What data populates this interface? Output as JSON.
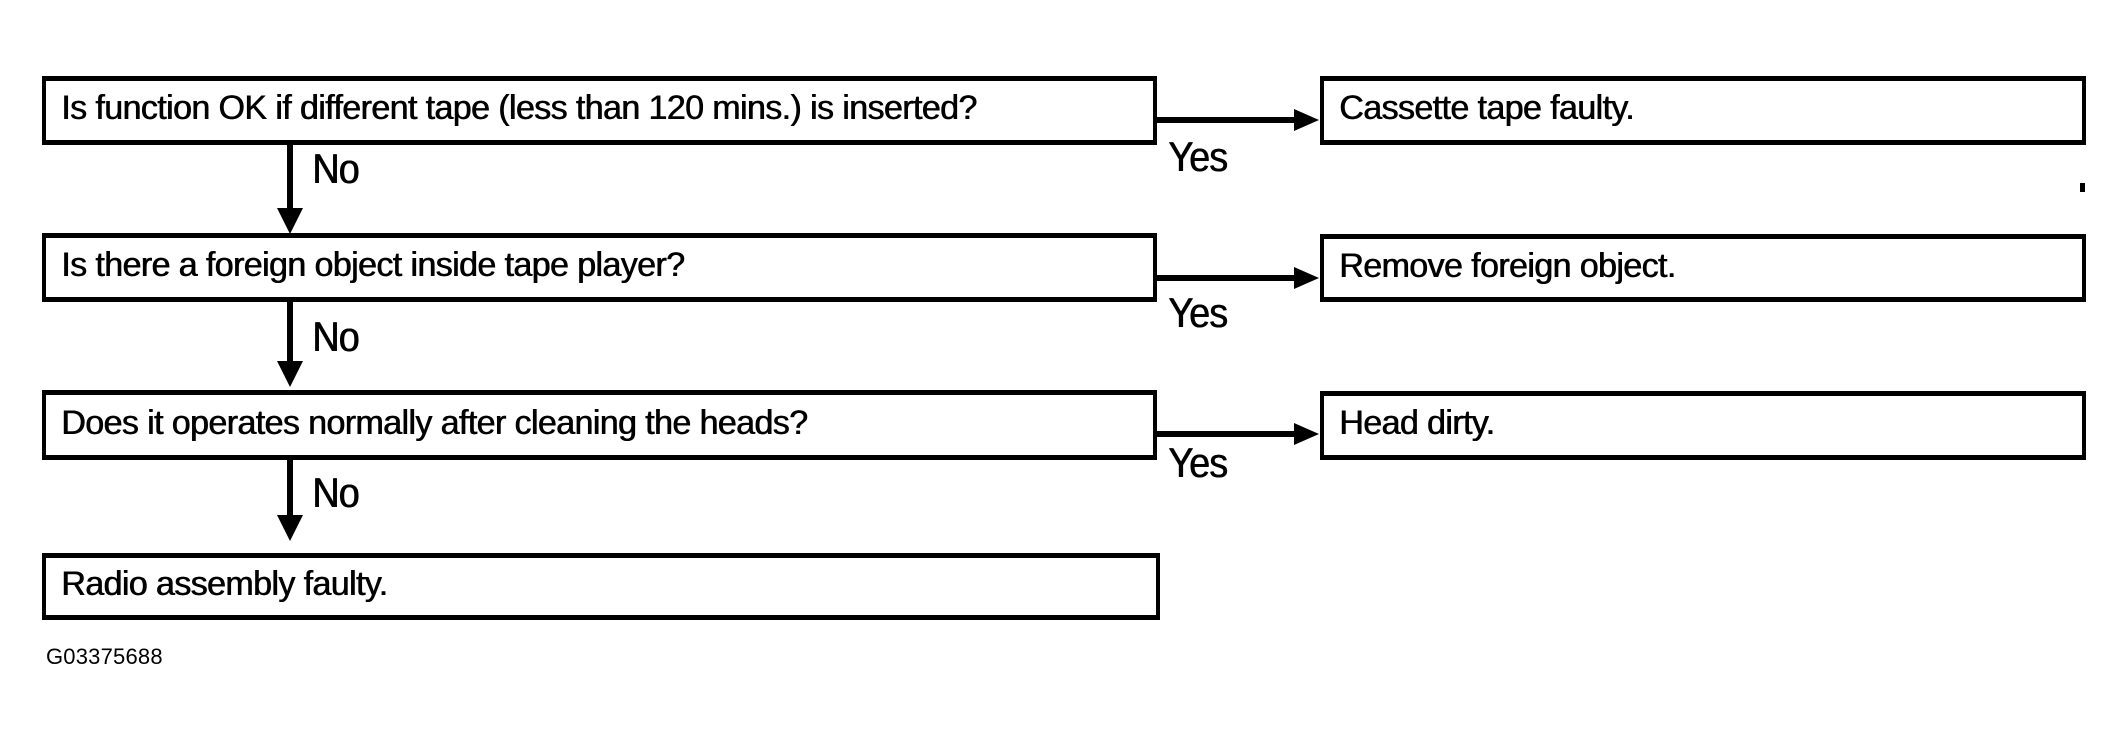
{
  "colors": {
    "ink": "#000000",
    "paper": "#ffffff"
  },
  "figure_label": "G03375688",
  "flowchart": {
    "type": "troubleshooting-flowchart",
    "questions": [
      {
        "text": "Is function OK if different tape (less than 120 mins.) is inserted?",
        "no_label": "No",
        "yes_label": "Yes",
        "yes_result": "Cassette tape faulty."
      },
      {
        "text": "Is there a foreign object inside tape player?",
        "no_label": "No",
        "yes_label": "Yes",
        "yes_result": "Remove foreign object."
      },
      {
        "text": "Does it operates normally after cleaning the heads?",
        "no_label": "No",
        "yes_label": "Yes",
        "yes_result": "Head dirty."
      }
    ],
    "final_result": "Radio assembly faulty."
  }
}
